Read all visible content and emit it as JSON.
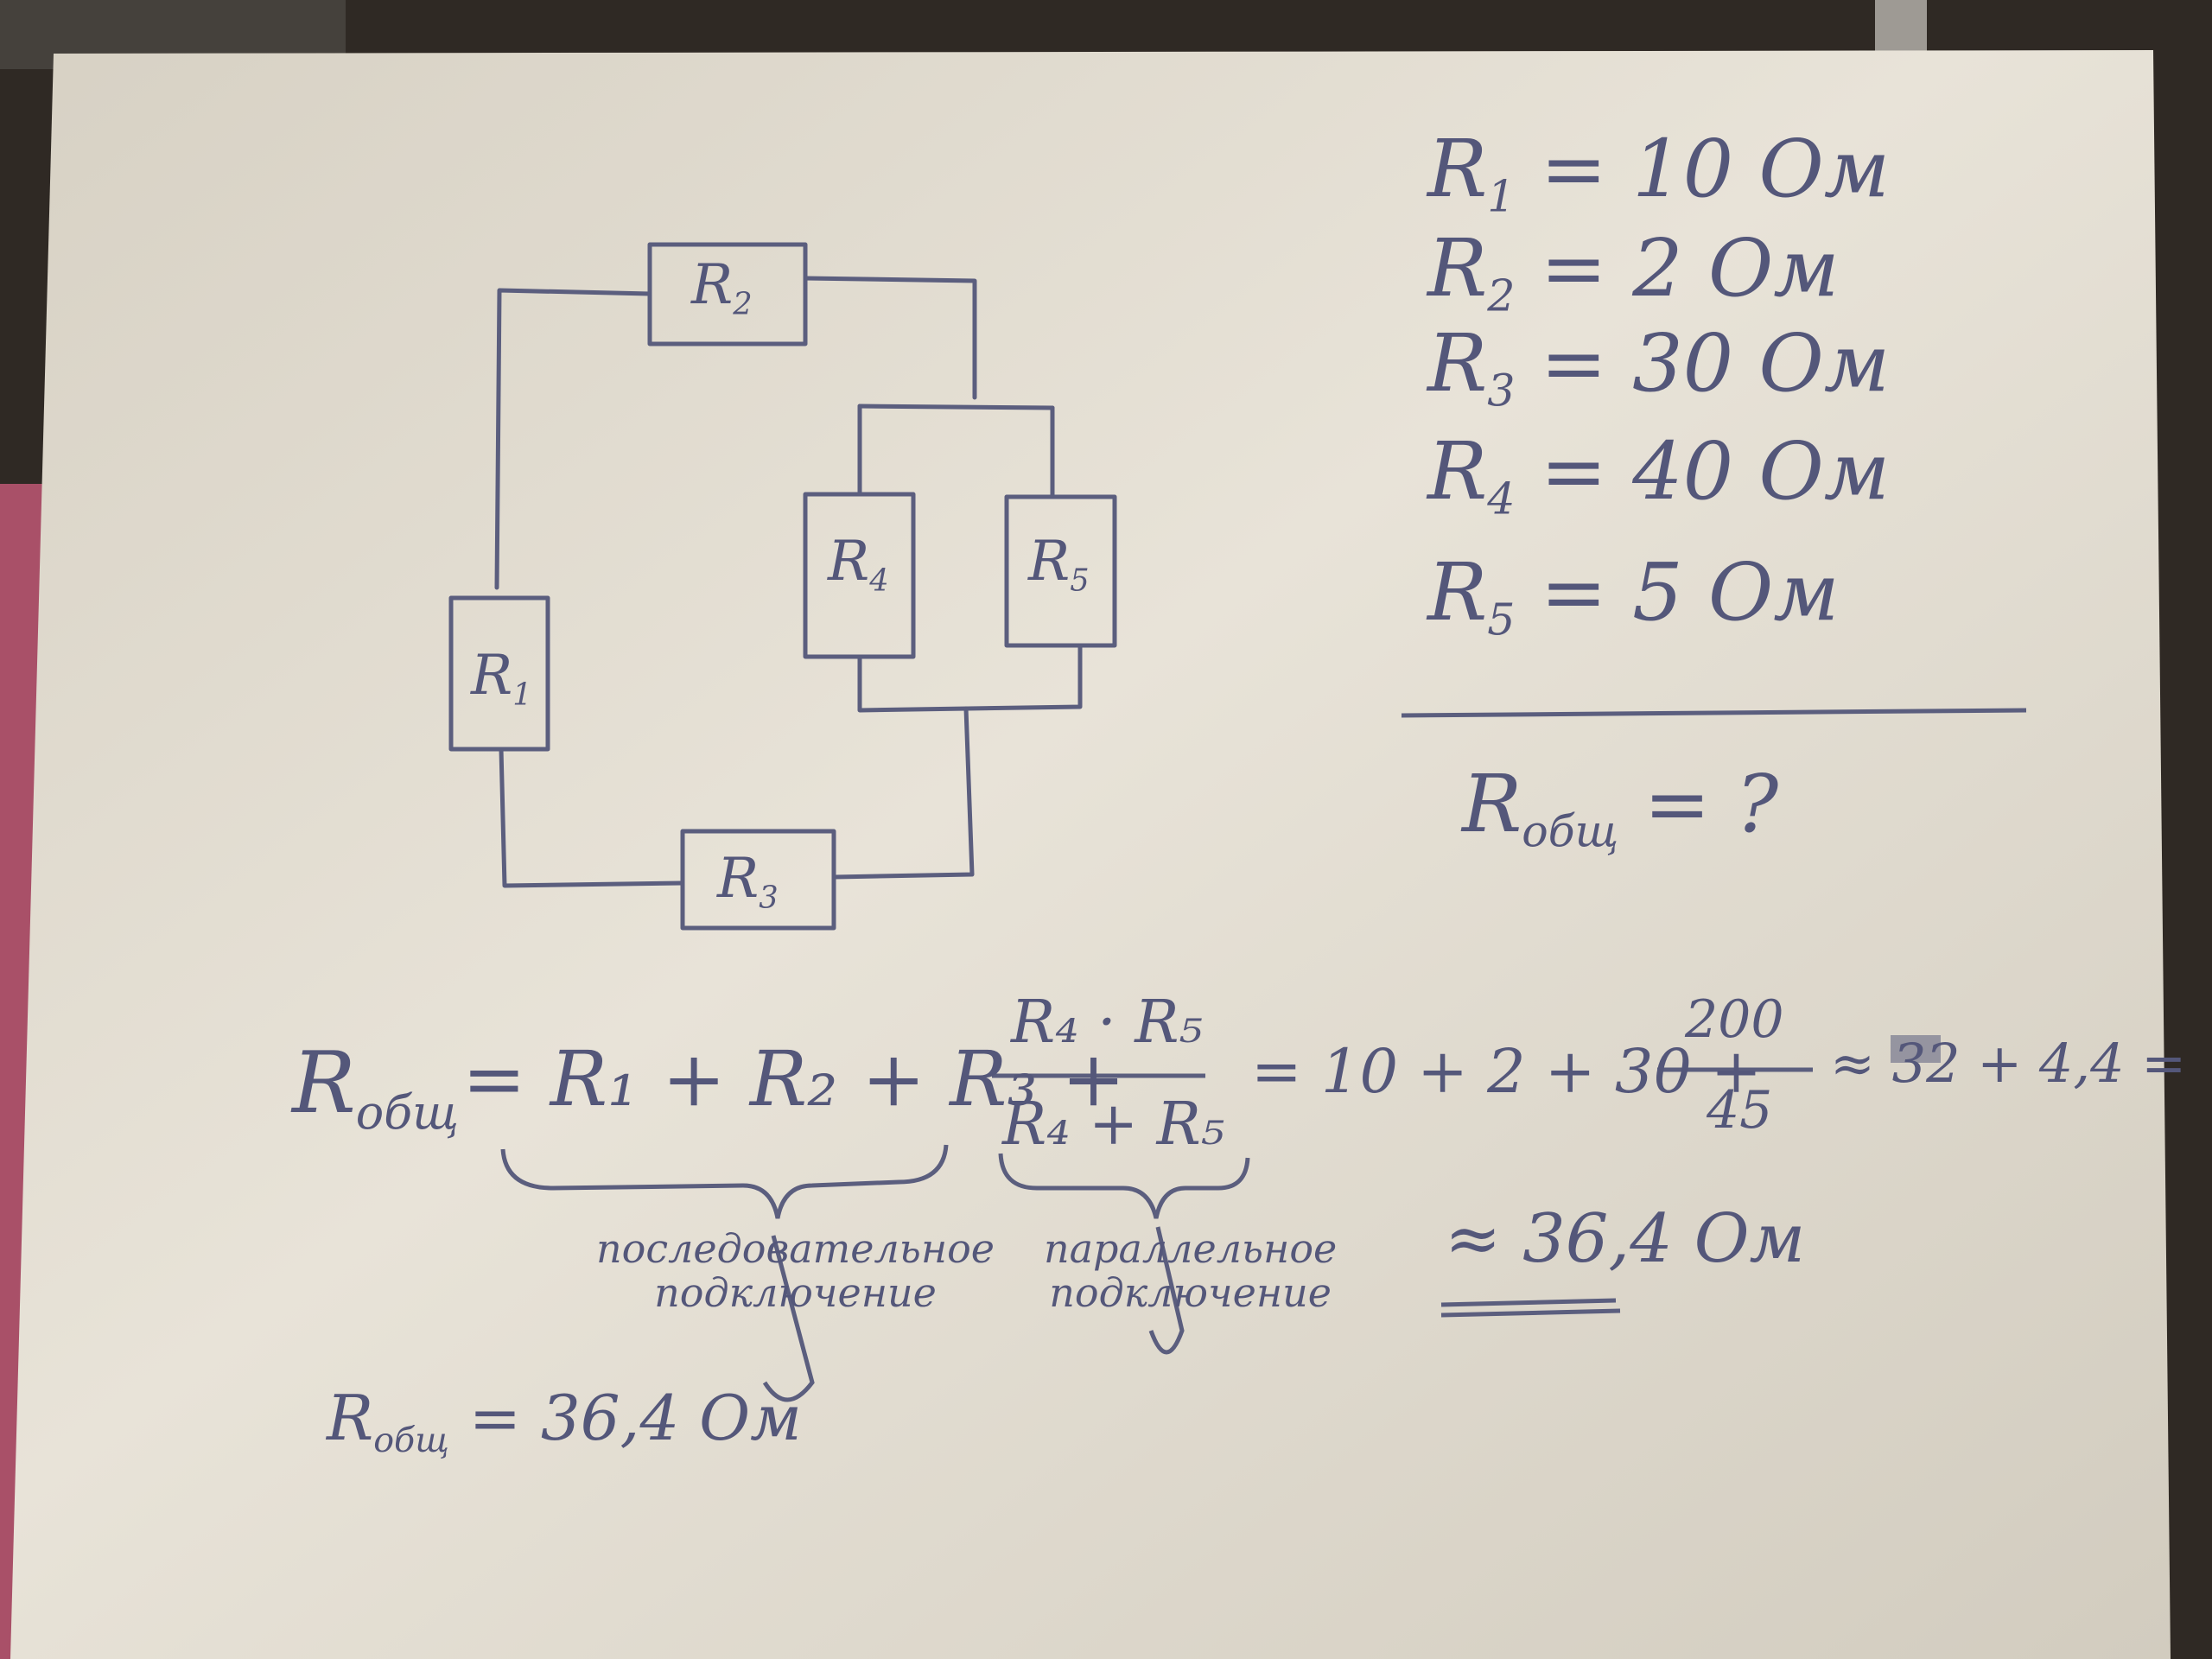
{
  "circuit": {
    "r1_label": "R",
    "r1_sub": "1",
    "r2_label": "R",
    "r2_sub": "2",
    "r3_label": "R",
    "r3_sub": "3",
    "r4_label": "R",
    "r4_sub": "4",
    "r5_label": "R",
    "r5_sub": "5"
  },
  "given": [
    {
      "sym": "R",
      "sub": "1",
      "rest": "= 10 Ом"
    },
    {
      "sym": "R",
      "sub": "2",
      "rest": "= 2 Ом"
    },
    {
      "sym": "R",
      "sub": "3",
      "rest": "= 30 Ом"
    },
    {
      "sym": "R",
      "sub": "4",
      "rest": "= 40 Ом"
    },
    {
      "sym": "R",
      "sub": "5",
      "rest": "= 5 Ом"
    }
  ],
  "find": {
    "sym": "R",
    "sub": "общ",
    "rest": "= ?"
  },
  "equation": {
    "lhs_sym": "R",
    "lhs_sub": "общ",
    "series_part": "= R₁ + R₂ + R₃ +",
    "frac_num": "R₄ · R₅",
    "frac_den": "R₄ + R₅",
    "numeric": "= 10 + 2 + 30 +",
    "num_frac_num": "200",
    "num_frac_den": "45",
    "approx": "≈ 32 + 4,4 =",
    "result": "≈ 36,4 Ом"
  },
  "notes": {
    "series_line1": "последовательное",
    "series_line2": "подключение",
    "parallel_line1": "параллельное",
    "parallel_line2": "подключение"
  },
  "answer": {
    "sym": "R",
    "sub": "общ",
    "rest": "= 36,4 Ом"
  },
  "colors": {
    "ink": "#54577a",
    "paper": "#e6e1d6",
    "background": "#2b2621",
    "pink_cloth": "#b0566e"
  }
}
